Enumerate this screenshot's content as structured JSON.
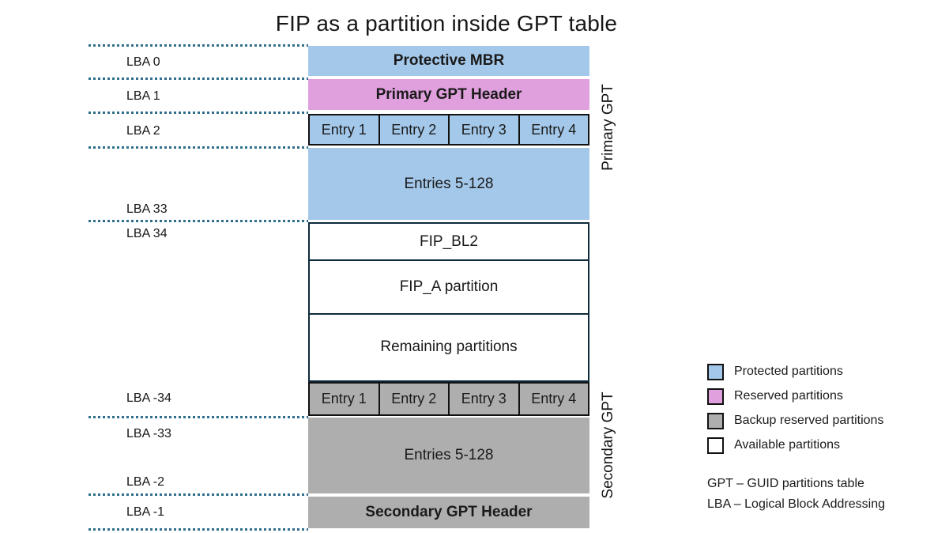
{
  "title": "FIP as a partition inside GPT table",
  "colors": {
    "protected": "#a4c8ea",
    "reserved": "#e0a0dd",
    "backup": "#afaeae",
    "available": "#ffffff",
    "available_border": "#0d2b3c",
    "entry_border": "#111111",
    "dashed_line": "#2e6e8c",
    "text": "#161616"
  },
  "diagram": {
    "lba_labels": [
      "LBA 0",
      "LBA 1",
      "LBA 2",
      "LBA 33",
      "LBA 34",
      "LBA -34",
      "LBA -33",
      "LBA -2",
      "LBA -1"
    ],
    "blocks": [
      {
        "label": "Protective MBR",
        "type": "protected"
      },
      {
        "label": "Primary GPT Header",
        "type": "reserved"
      },
      {
        "cells": [
          "Entry 1",
          "Entry 2",
          "Entry 3",
          "Entry 4"
        ],
        "type": "protected"
      },
      {
        "label": "Entries 5-128",
        "type": "protected"
      },
      {
        "label": "FIP_BL2",
        "type": "available"
      },
      {
        "label": "FIP_A partition",
        "type": "available"
      },
      {
        "label": "Remaining partitions",
        "type": "available"
      },
      {
        "cells": [
          "Entry 1",
          "Entry 2",
          "Entry 3",
          "Entry 4"
        ],
        "type": "backup"
      },
      {
        "label": "Entries 5-128",
        "type": "backup"
      },
      {
        "label": "Secondary GPT Header",
        "type": "backup"
      }
    ],
    "side_labels": {
      "primary": "Primary GPT",
      "secondary": "Secondary GPT"
    }
  },
  "legend": {
    "items": [
      {
        "swatch": "protected",
        "label": "Protected partitions"
      },
      {
        "swatch": "reserved",
        "label": "Reserved partitions"
      },
      {
        "swatch": "backup",
        "label": "Backup reserved partitions"
      },
      {
        "swatch": "available",
        "label": "Available partitions"
      }
    ]
  },
  "footnotes": [
    "GPT – GUID partitions table",
    "LBA – Logical Block Addressing"
  ]
}
